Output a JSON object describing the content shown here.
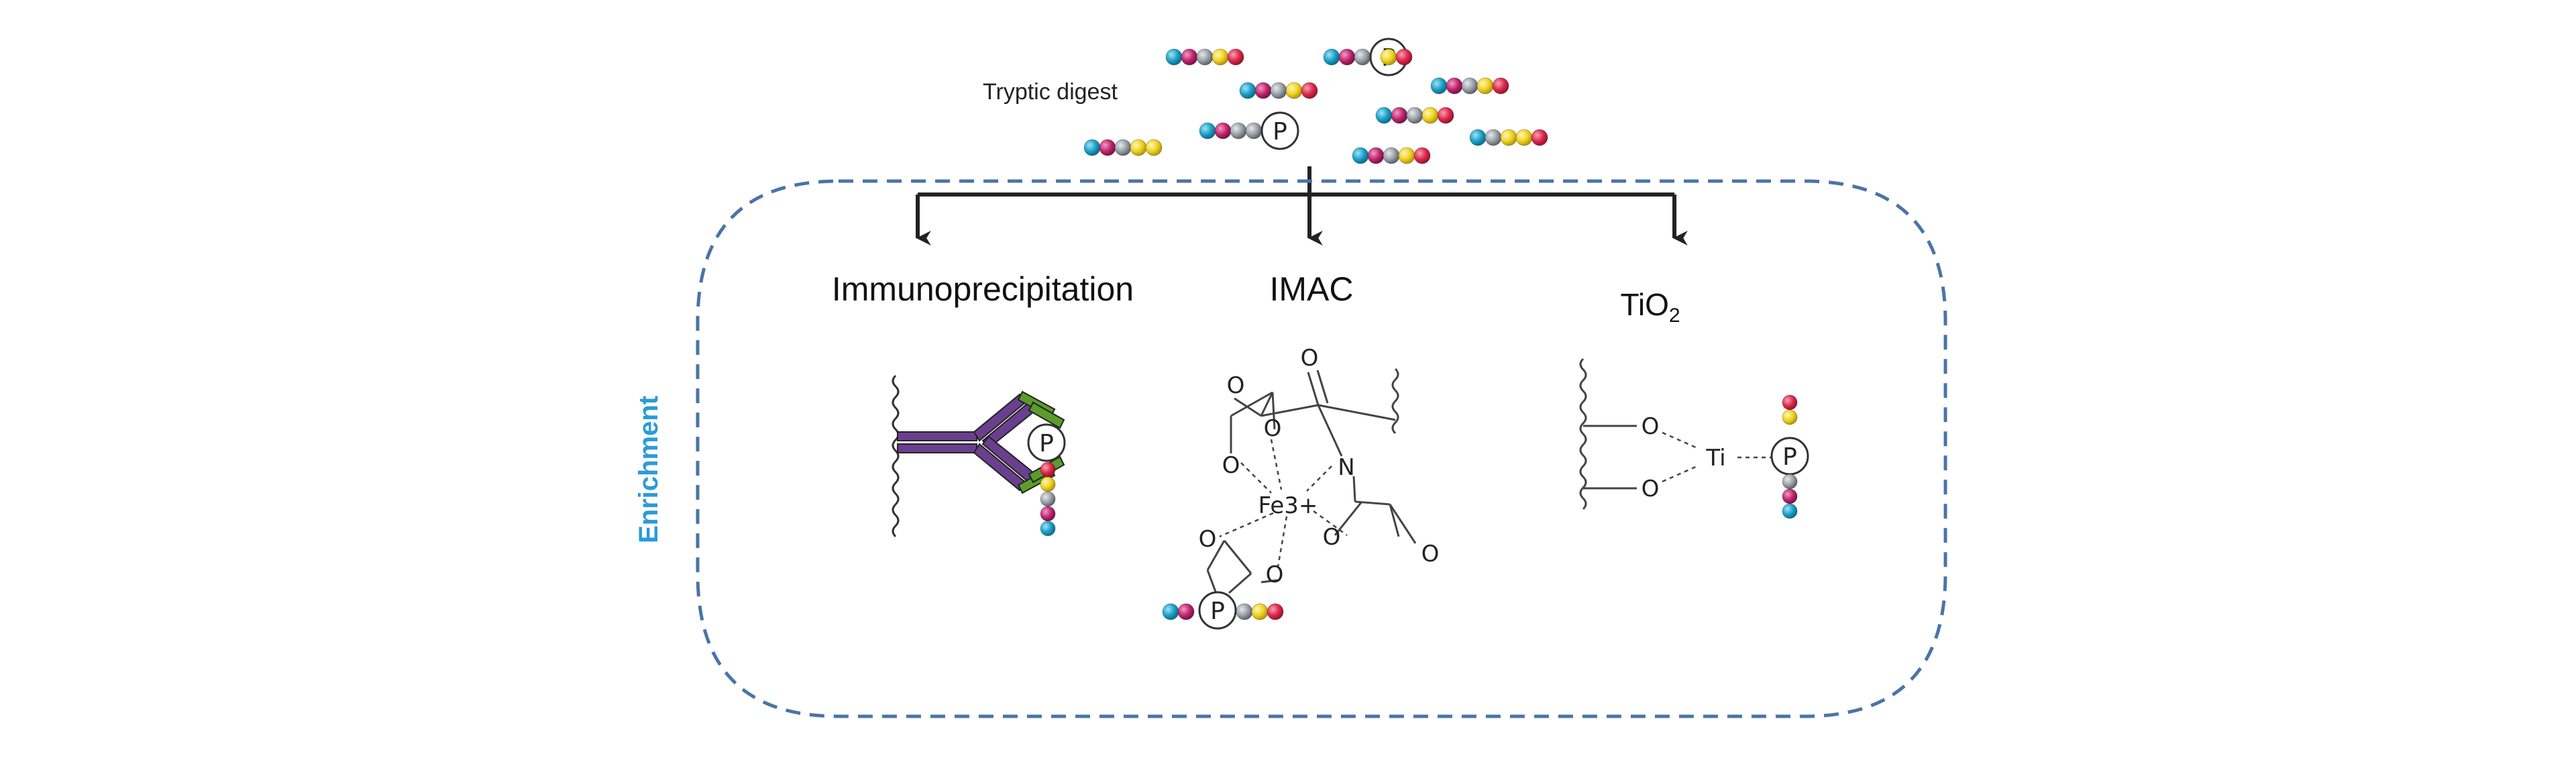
{
  "top": {
    "digest_label": "Tryptic digest"
  },
  "enrichment": {
    "label": "Enrichment"
  },
  "methods": [
    {
      "id": "ip",
      "title": "Immunoprecipitation"
    },
    {
      "id": "imac",
      "title": "IMAC"
    },
    {
      "id": "tio2",
      "title_main": "TiO",
      "title_sub": "2"
    }
  ],
  "chem": {
    "phospho": "P",
    "oxygen": "O",
    "nitrogen": "N",
    "iron": "Fe3+",
    "titanium": "Ti"
  },
  "colors": {
    "cyan": "#1aa0c8",
    "magenta": "#c0256e",
    "gray": "#9aa0a8",
    "yellow": "#f0d21e",
    "red": "#e0274a",
    "purple": "#6a3f8e",
    "green": "#5c9c2c",
    "dashed_box": "#4a74a8",
    "enrichment_text": "#2a9bd8",
    "arrow": "#222222"
  }
}
